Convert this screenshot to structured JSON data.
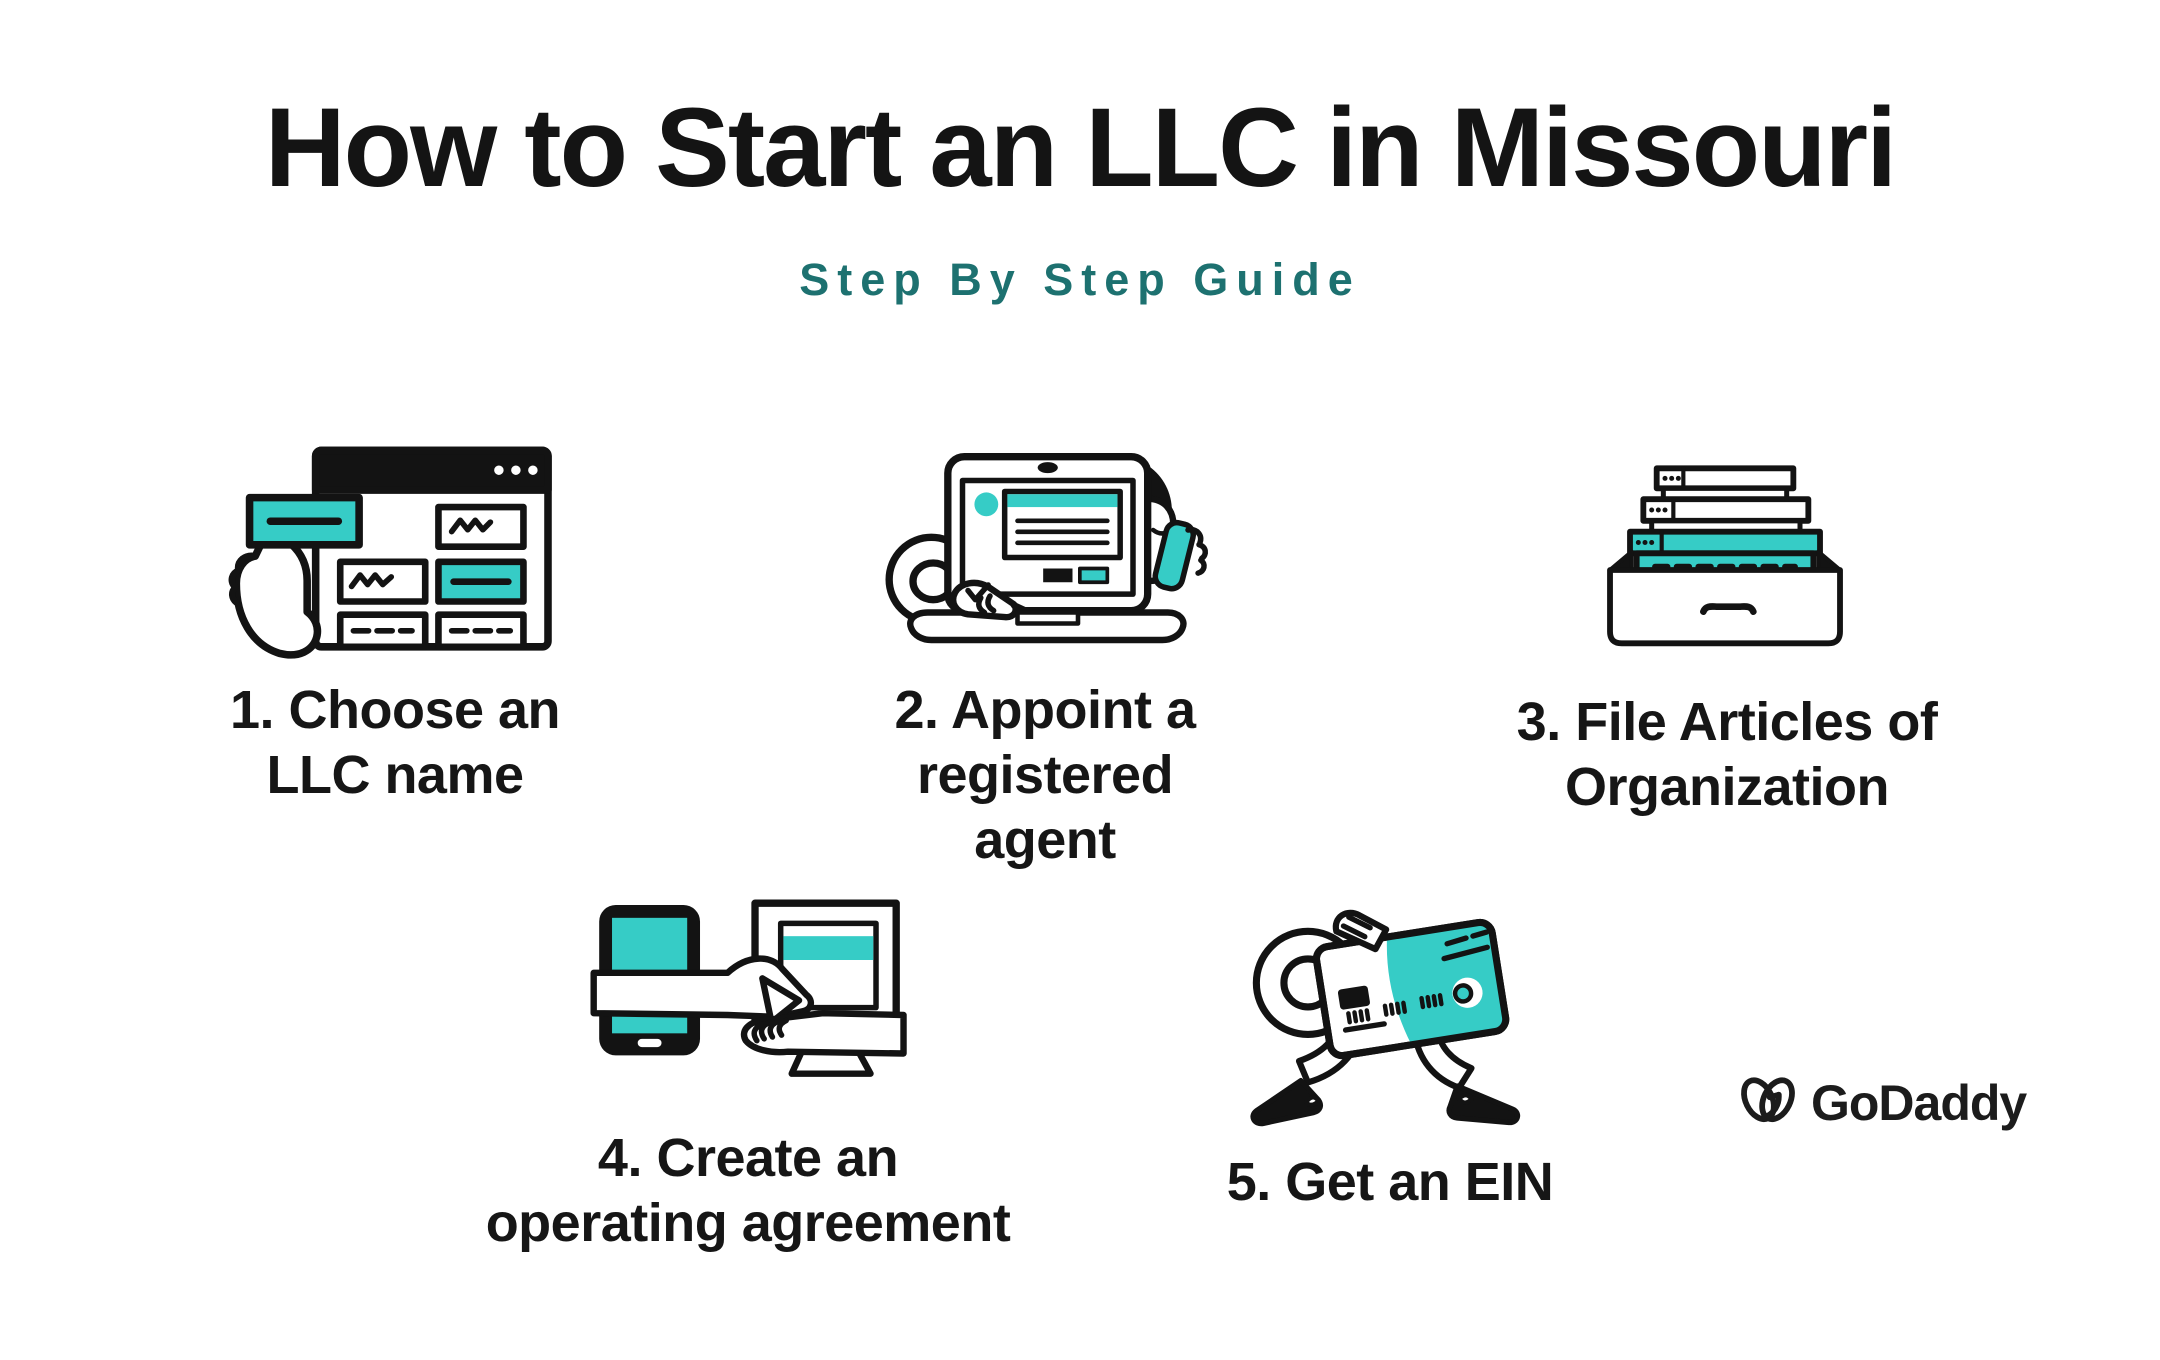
{
  "header": {
    "title": "How to Start an LLC in Missouri",
    "subtitle": "Step By Step Guide"
  },
  "steps": [
    {
      "number": "1",
      "label": "1. Choose an\nLLC name",
      "icon": "browser-window-hand-icon"
    },
    {
      "number": "2",
      "label": "2. Appoint a\nregistered\nagent",
      "icon": "person-laptop-phone-icon"
    },
    {
      "number": "3",
      "label": "3. File Articles of\nOrganization",
      "icon": "file-drawer-documents-icon"
    },
    {
      "number": "4",
      "label": "4. Create an\noperating agreement",
      "icon": "handshake-devices-icon"
    },
    {
      "number": "5",
      "label": "5. Get an EIN",
      "icon": "walking-credit-card-icon"
    }
  ],
  "footer": {
    "brand": "GoDaddy",
    "logo_icon": "godaddy-heart-icon"
  },
  "colors": {
    "accent_teal": "#36CCC6",
    "subtitle_teal": "#1D7170",
    "ink": "#131313",
    "background": "#FFFFFF"
  }
}
